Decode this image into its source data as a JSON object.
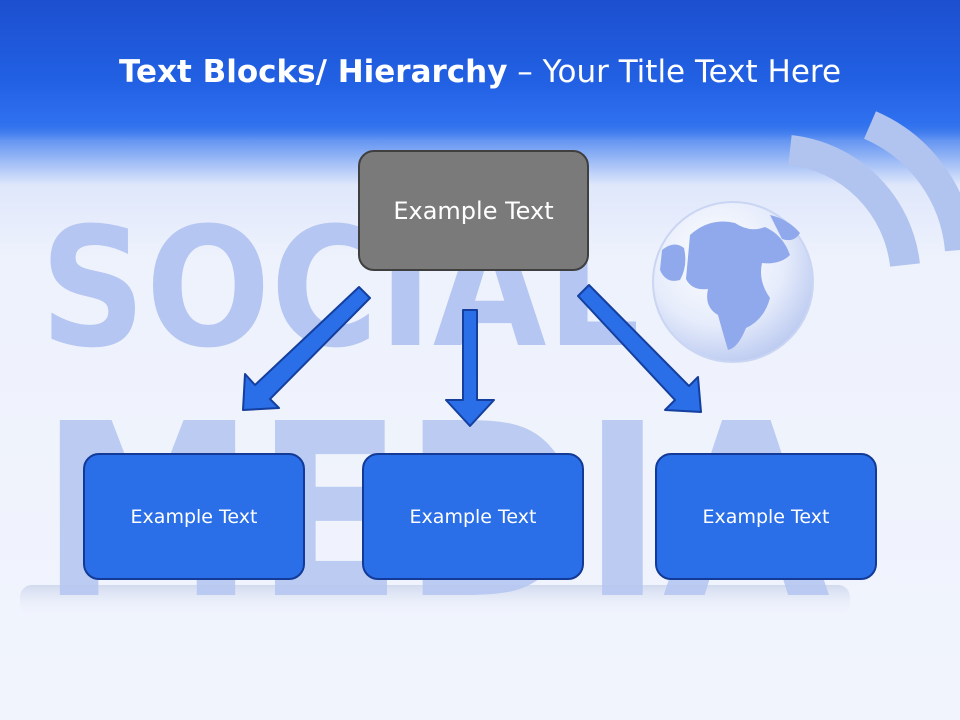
{
  "slide": {
    "title_bold": "Text Blocks/ Hierarchy",
    "title_rest": " – Your Title Text Here"
  },
  "hierarchy": {
    "top": {
      "label": "Example Text"
    },
    "children": [
      {
        "label": "Example Text"
      },
      {
        "label": "Example Text"
      },
      {
        "label": "Example Text"
      }
    ]
  },
  "background": {
    "watermark_text_top": "SOCIAL",
    "watermark_text_bottom": "MEDIA",
    "globe_icon": "globe-icon"
  },
  "colors": {
    "header_blue": "#2261e4",
    "box_blue": "#2a6ee8",
    "box_border": "#123a96",
    "top_box_gray": "#7a7a7a",
    "arrow_blue": "#2a6ee8"
  }
}
